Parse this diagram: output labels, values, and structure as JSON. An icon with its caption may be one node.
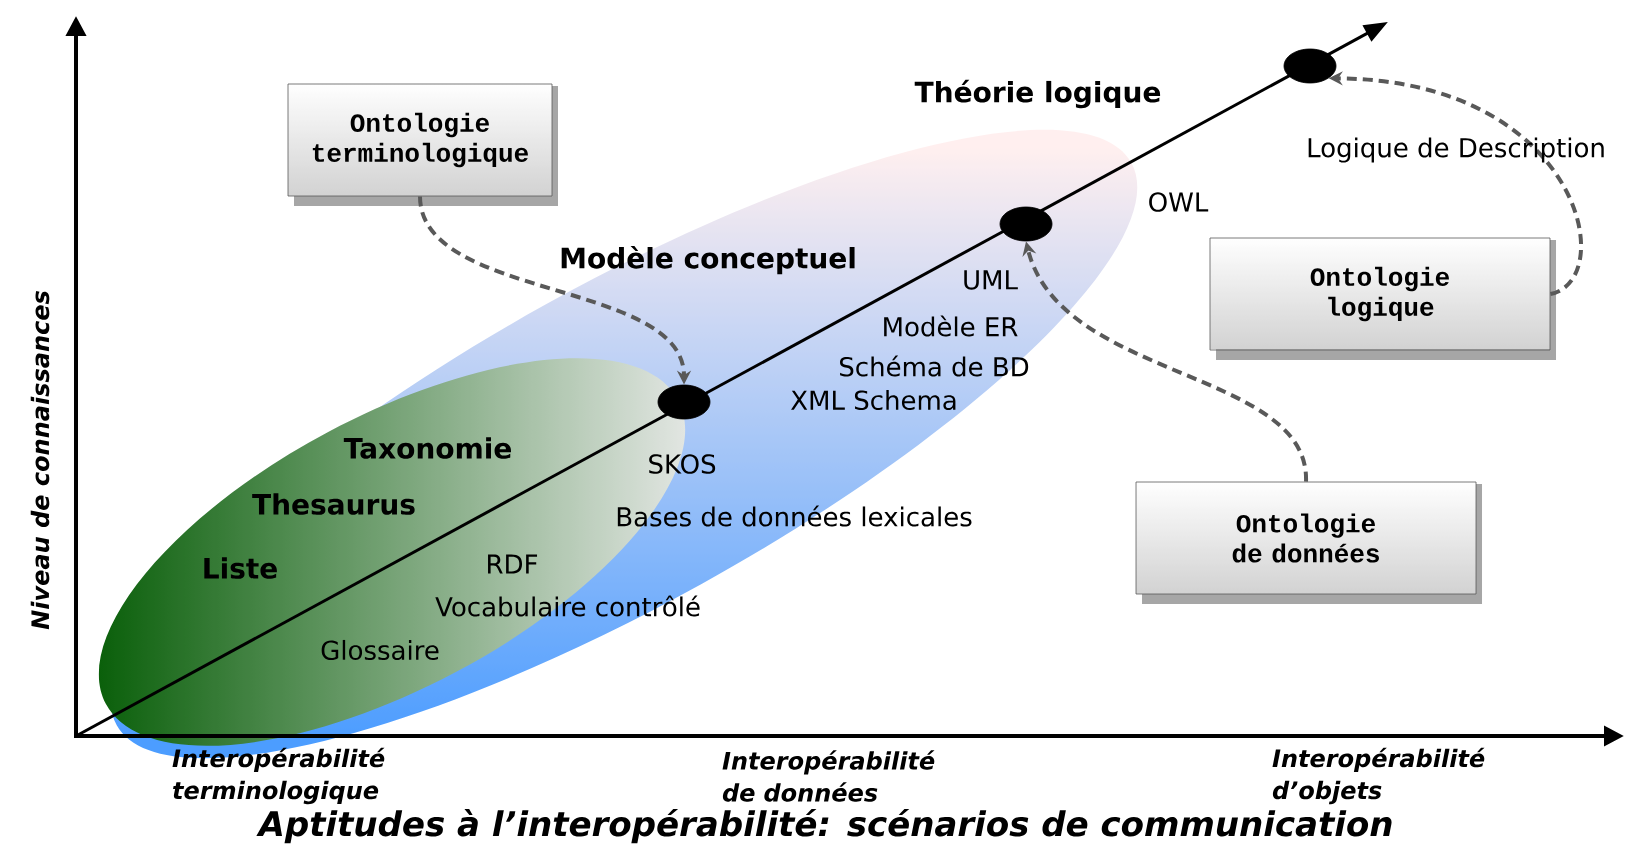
{
  "diagram": {
    "caption": "Aptitudes à l’interopérabilité: scénarios de communication",
    "nodes": [
      {
        "text": [
          "Ontologie terminologique"
        ]
      },
      {
        "text": [
          "Ontologie logique"
        ]
      },
      {
        "text": [
          "Ontologie de données"
        ]
      },
      {
        "text": [],
        "shape": "circle"
      },
      {
        "text": [],
        "shape": "circle"
      },
      {
        "text": [],
        "shape": "circle"
      }
    ],
    "edges": [
      {
        "from": 0,
        "to": 3,
        "arrow": "to",
        "style": "dashed"
      },
      {
        "from": 1,
        "to": 5,
        "arrow": "to",
        "style": "dashed"
      },
      {
        "from": 2,
        "to": 4,
        "arrow": "to",
        "style": "dashed"
      }
    ],
    "labels": [
      "Théorie logique",
      "Logique de Description",
      "OWL",
      "Modèle conceptuel",
      "UML",
      "Modèle ER",
      "Schéma de BD",
      "XML Schema",
      "Taxonomie",
      "Thesaurus",
      "Liste",
      "SKOS",
      "Bases de données lexicales",
      "RDF",
      "Vocabulaire contrôlé",
      "Glossaire",
      "Niveau de connaissances",
      "Interopérabilité terminologique",
      "Interopérabilité de données",
      "Interopérabilité d’objets"
    ]
  }
}
